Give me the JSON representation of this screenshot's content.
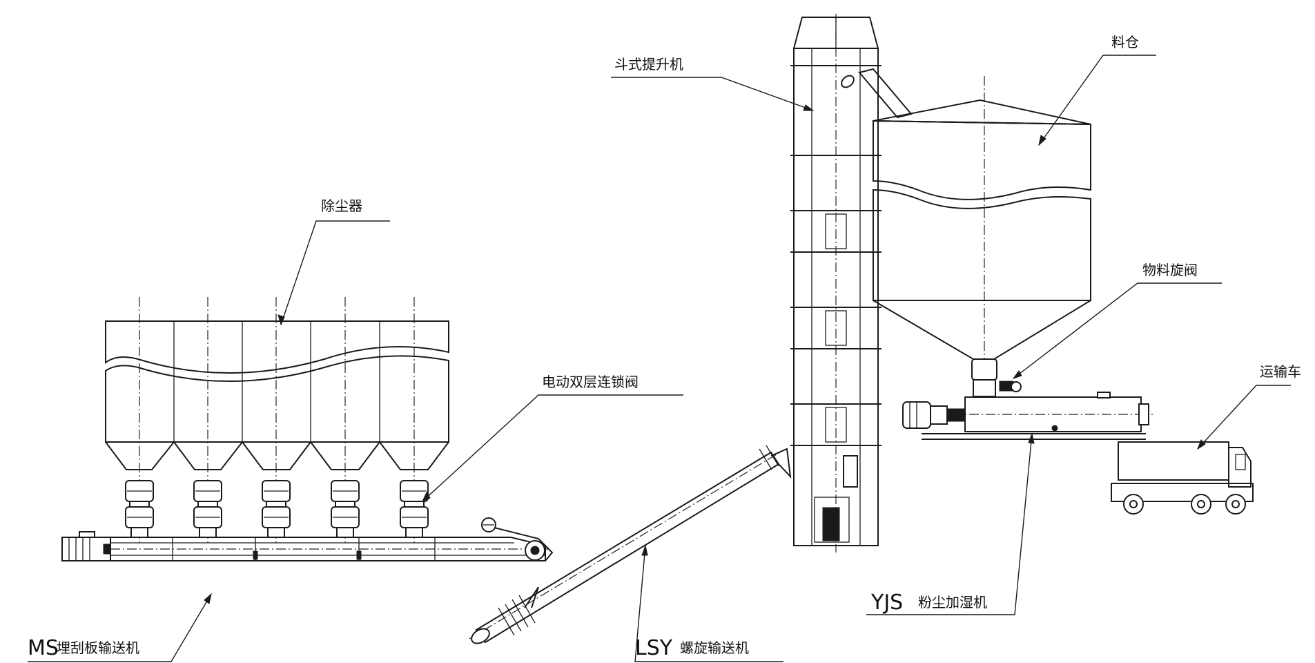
{
  "labels": {
    "dust_collector": "除尘器",
    "double_valve": "电动双层连锁阀",
    "ms_prefix": "MS",
    "ms_name": "埋刮板输送机",
    "lsy_prefix": "LSY",
    "lsy_name": "螺旋输送机",
    "bucket_elevator": "斗式提升机",
    "silo": "料仓",
    "rotary_valve": "物料旋阀",
    "truck": "运输车",
    "yjs_prefix": "YJS",
    "yjs_name": "粉尘加湿机"
  },
  "colors": {
    "line": "#1a1a1a",
    "background": "#ffffff"
  }
}
